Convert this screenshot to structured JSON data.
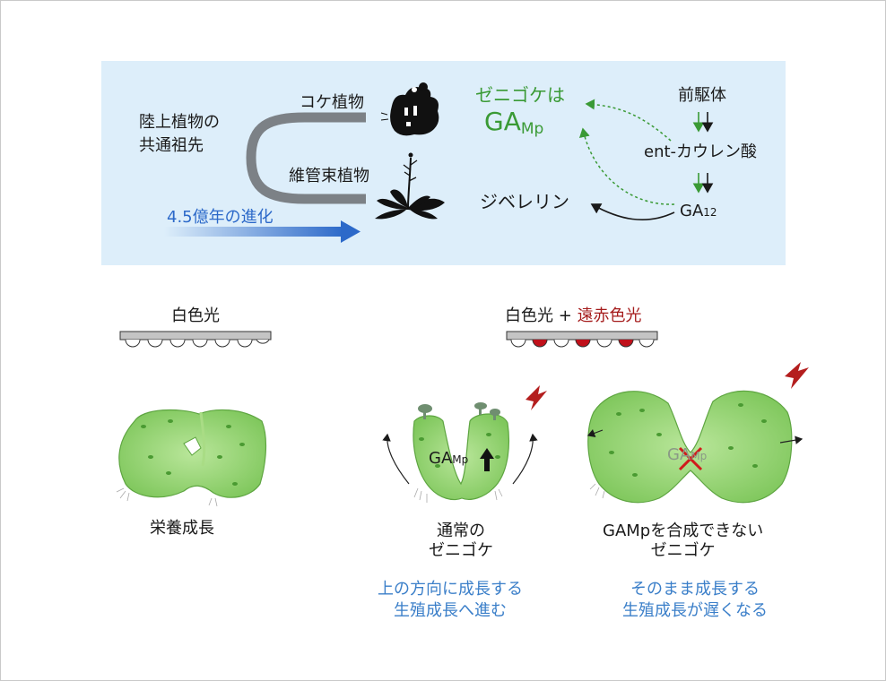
{
  "top": {
    "ancestor": [
      "陸上植物の",
      "共通祖先"
    ],
    "moss": "コケ植物",
    "vascular": "維管束植物",
    "evolution": "4.5億年の進化",
    "liverwort_line1": "ゼニゴケは",
    "ga_main": "GA",
    "ga_sub": "Mp",
    "precursor": "前駆体",
    "kaurenoic": "ent-カウレン酸",
    "ga12_main": "GA",
    "ga12_sub": "12",
    "gibberellin": "ジベレリン"
  },
  "bottom": {
    "white_light": "白色光",
    "white_light_2": "白色光",
    "plus": "+",
    "far_red": "遠赤色光",
    "vegetative": "栄養成長",
    "normal": [
      "通常の",
      "ゼニゴケ"
    ],
    "mutant_main": "GA",
    "mutant_sub": "Mp",
    "mutant_rest": "を合成できない",
    "mutant_line2": "ゼニゴケ",
    "normal_result": [
      "上の方向に成長する",
      "生殖成長へ進む"
    ],
    "mutant_result": [
      "そのまま成長する",
      "生殖成長が遅くなる"
    ],
    "thallus_label_main": "GA",
    "thallus_label_sub": "Mp",
    "mutant_thallus_main": "GA",
    "mutant_thallus_sub": "Mp"
  },
  "colors": {
    "panel": "#ddeefa",
    "green_text": "#3a9a35",
    "blue_text": "#3b7fc9",
    "red_text": "#a51c1c",
    "thallus": "#8fd06a",
    "far_red_dot": "#c0101a"
  }
}
